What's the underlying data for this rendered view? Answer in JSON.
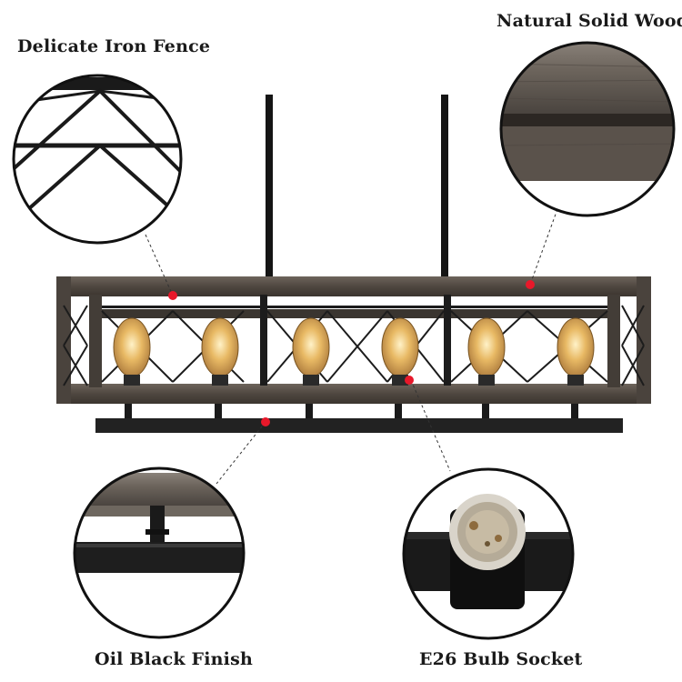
{
  "callouts": {
    "iron_fence": "Delicate Iron Fence",
    "natural_wood": "Natural Solid Wood",
    "oil_black": "Oil Black Finish",
    "bulb_socket": "E26 Bulb Socket"
  },
  "colors": {
    "marker": "#e8182a",
    "wood": "#5b524a",
    "iron": "#1c1c1c",
    "bulb_glow": "#d8a24a"
  },
  "bulb_count": 6
}
